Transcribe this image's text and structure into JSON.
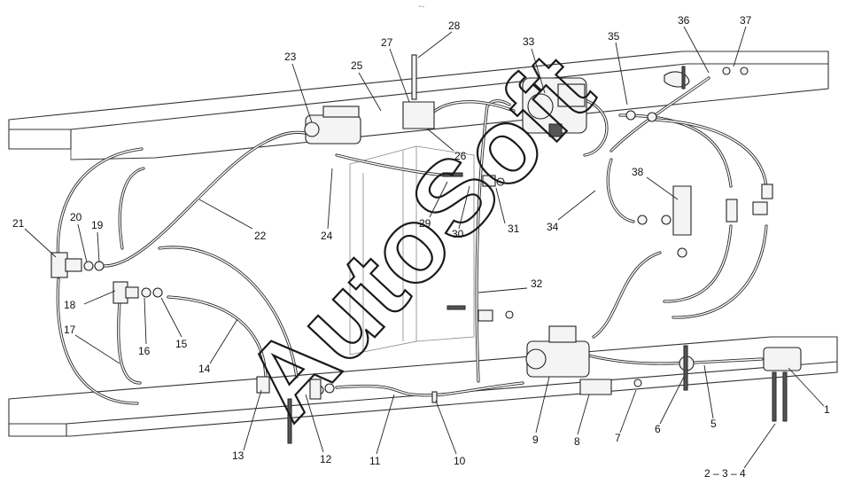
{
  "watermark": {
    "text": "AutoSoft"
  },
  "top_mark": "~-",
  "callouts": [
    {
      "id": "c1",
      "text": "1"
    },
    {
      "id": "c234",
      "text": "2 – 3 – 4"
    },
    {
      "id": "c5",
      "text": "5"
    },
    {
      "id": "c6",
      "text": "6"
    },
    {
      "id": "c7",
      "text": "7"
    },
    {
      "id": "c8",
      "text": "8"
    },
    {
      "id": "c9",
      "text": "9"
    },
    {
      "id": "c10",
      "text": "10"
    },
    {
      "id": "c11",
      "text": "11"
    },
    {
      "id": "c12",
      "text": "12"
    },
    {
      "id": "c13",
      "text": "13"
    },
    {
      "id": "c14",
      "text": "14"
    },
    {
      "id": "c15",
      "text": "15"
    },
    {
      "id": "c16",
      "text": "16"
    },
    {
      "id": "c17",
      "text": "17"
    },
    {
      "id": "c18",
      "text": "18"
    },
    {
      "id": "c19",
      "text": "19"
    },
    {
      "id": "c20",
      "text": "20"
    },
    {
      "id": "c21",
      "text": "21"
    },
    {
      "id": "c22",
      "text": "22"
    },
    {
      "id": "c23",
      "text": "23"
    },
    {
      "id": "c24",
      "text": "24"
    },
    {
      "id": "c25",
      "text": "25"
    },
    {
      "id": "c26",
      "text": "26"
    },
    {
      "id": "c27",
      "text": "27"
    },
    {
      "id": "c28",
      "text": "28"
    },
    {
      "id": "c29",
      "text": "29"
    },
    {
      "id": "c30",
      "text": "30"
    },
    {
      "id": "c31",
      "text": "31"
    },
    {
      "id": "c32",
      "text": "32"
    },
    {
      "id": "c33",
      "text": "33"
    },
    {
      "id": "c34",
      "text": "34"
    },
    {
      "id": "c35",
      "text": "35"
    },
    {
      "id": "c36",
      "text": "36"
    },
    {
      "id": "c37",
      "text": "37"
    },
    {
      "id": "c38",
      "text": "38"
    }
  ]
}
